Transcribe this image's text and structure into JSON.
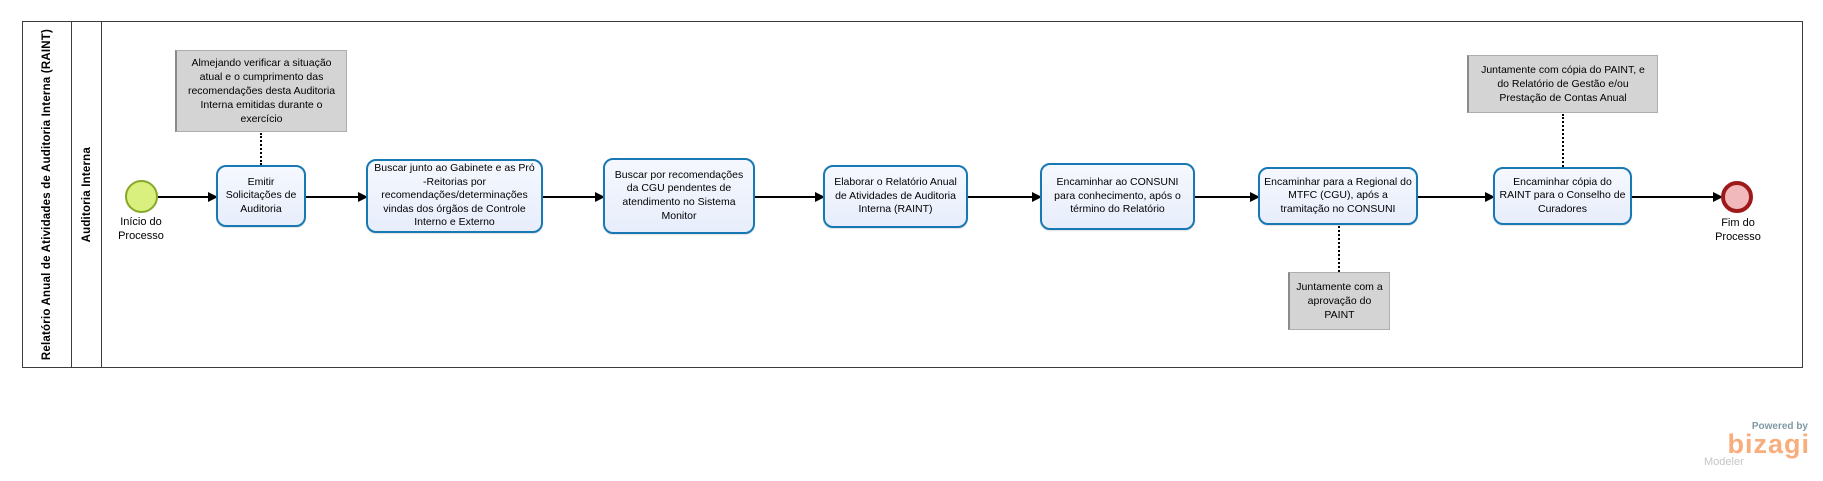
{
  "pool": {
    "title": "Relatório Anual de Atividades de Auditoria Interna (RAINT)",
    "lane": "Auditoria Interna"
  },
  "events": {
    "start": {
      "label": "Início do Processo"
    },
    "end": {
      "label": "Fim do Processo"
    }
  },
  "tasks": [
    {
      "label": "Emitir Solicitações de Auditoria"
    },
    {
      "label": "Buscar junto ao Gabinete e as Pró -Reitorias por recomendações/determinações vindas dos órgãos de Controle Interno e Externo"
    },
    {
      "label": "Buscar por recomendações da CGU pendentes de atendimento no Sistema Monitor"
    },
    {
      "label": "Elaborar o Relatório Anual de Atividades de Auditoria Interna (RAINT)"
    },
    {
      "label": "Encaminhar ao CONSUNI para conhecimento, após o término do Relatório"
    },
    {
      "label": "Encaminhar para a Regional do MTFC (CGU), após a tramitação no CONSUNI"
    },
    {
      "label": "Encaminhar cópia do RAINT para o Conselho de Curadores"
    }
  ],
  "annotations": [
    {
      "text": "Almejando verificar a situação atual e o cumprimento das recomendações desta Auditoria Interna emitidas durante o exercício"
    },
    {
      "text": "Juntamente com cópia do PAINT, e do Relatório de Gestão e/ou Prestação de Contas Anual"
    },
    {
      "text": "Juntamente com a aprovação do PAINT"
    }
  ],
  "branding": {
    "powered_by": "Powered by",
    "name": "bizagi",
    "product": "Modeler"
  },
  "colors": {
    "task_border": "#1878b4",
    "task_fill": "#e9effb",
    "start_fill": "#d9f07e",
    "start_border": "#86a826",
    "end_fill": "#f2b9bd",
    "end_border": "#9e1a1a",
    "annotation_fill": "#d4d4d4",
    "bizagi_orange": "#f7ad7c"
  }
}
